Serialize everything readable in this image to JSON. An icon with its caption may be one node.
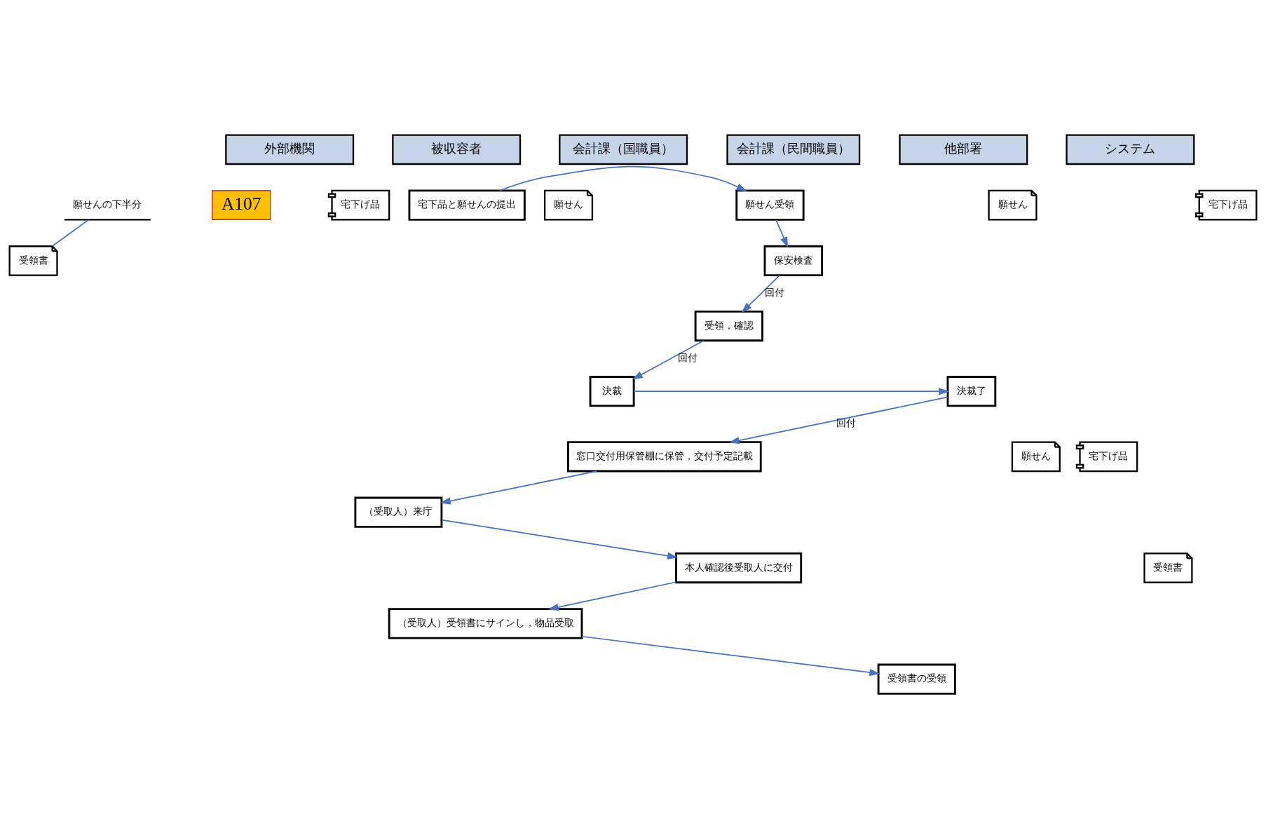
{
  "diagram": {
    "nodes": [
      {
        "text": [
          "外部機関"
        ]
      },
      {
        "text": [
          "被収容者"
        ]
      },
      {
        "text": [
          "会計課（国職員）"
        ]
      },
      {
        "text": [
          "会計課（民間職員）"
        ]
      },
      {
        "text": [
          "他部署"
        ]
      },
      {
        "text": [
          "システム"
        ]
      },
      {
        "text": [
          "A107"
        ]
      },
      {
        "text": [
          "宅下品と願せんの提出"
        ]
      },
      {
        "text": [
          "願せん"
        ]
      },
      {
        "text": [
          "宅下げ品"
        ]
      },
      {
        "text": [
          "願せん受領"
        ]
      },
      {
        "text": [
          "願せん"
        ]
      },
      {
        "text": [
          "宅下げ品"
        ]
      },
      {
        "text": [
          "保安検査"
        ]
      },
      {
        "text": [
          "受領，確認"
        ]
      },
      {
        "text": [
          "決裁"
        ]
      },
      {
        "text": [
          "決裁了"
        ]
      },
      {
        "text": [
          "窓口交付用保管棚に保管，交付予定記載"
        ]
      },
      {
        "text": [
          "願せん"
        ]
      },
      {
        "text": [
          "宅下げ品"
        ]
      },
      {
        "text": [
          "（受取人）来庁"
        ]
      },
      {
        "text": [
          "本人確認後受取人に交付"
        ]
      },
      {
        "text": [
          "（受取人）受領書にサインし，物品受取"
        ]
      },
      {
        "text": [
          "受領書"
        ]
      },
      {
        "text": [
          "受領書の受領"
        ]
      },
      {
        "text": [
          "願せんの下半分"
        ]
      },
      {
        "text": [
          "受領書"
        ]
      }
    ],
    "edges": [
      {
        "from": 7,
        "to": 10,
        "arrow": "to"
      },
      {
        "from": 10,
        "to": 13,
        "arrow": "to"
      },
      {
        "from": 13,
        "to": 14,
        "arrow": "to",
        "label": "回付"
      },
      {
        "from": 14,
        "to": 15,
        "arrow": "to",
        "label": "回付"
      },
      {
        "from": 15,
        "to": 16,
        "arrow": "to"
      },
      {
        "from": 16,
        "to": 17,
        "arrow": "to",
        "label": "回付"
      },
      {
        "from": 17,
        "to": 20,
        "arrow": "to"
      },
      {
        "from": 20,
        "to": 21,
        "arrow": "to"
      },
      {
        "from": 21,
        "to": 22,
        "arrow": "to"
      },
      {
        "from": 22,
        "to": 24,
        "arrow": "to"
      },
      {
        "from": 25,
        "to": 26,
        "arrow": "none"
      }
    ]
  }
}
